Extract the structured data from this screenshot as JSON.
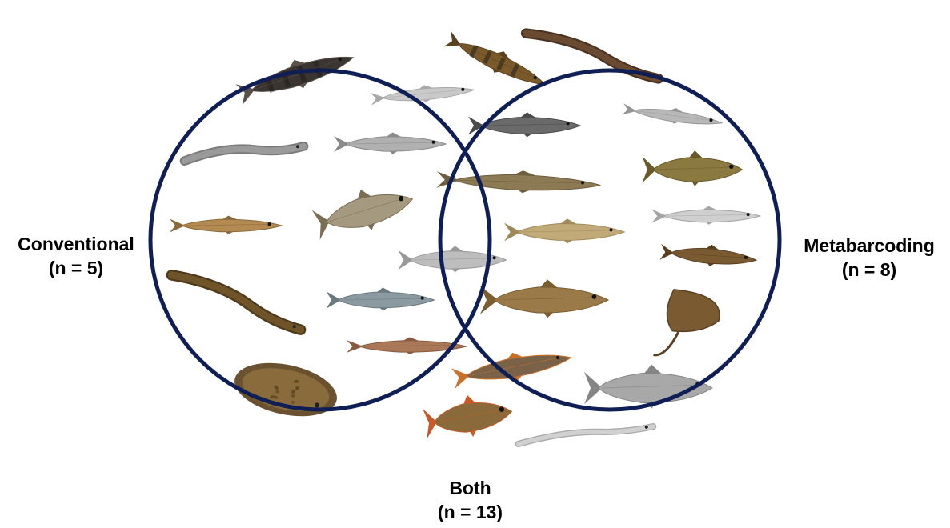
{
  "labels": {
    "conventional": {
      "name": "Conventional",
      "count": "(n = 5)"
    },
    "metabarcoding": {
      "name": "Metabarcoding",
      "count": "(n = 8)"
    },
    "both": {
      "name": "Both",
      "count": "(n = 13)"
    }
  },
  "colors": {
    "circle_stroke": "#0f1f55",
    "text": "#000000"
  },
  "fish": {
    "conventional": [
      {
        "icon": "sculpin-fish-icon",
        "body": "#3a3530",
        "fin": "#5a524a",
        "style": "dark"
      },
      {
        "icon": "eel-grey-icon",
        "body": "#9a9a9a",
        "fin": "#7a7a7a",
        "style": "eel"
      },
      {
        "icon": "grayling-fish-icon",
        "body": "#b38a52",
        "fin": "#8a6a3a",
        "style": "slim"
      },
      {
        "icon": "eel-brown-icon",
        "body": "#6e5428",
        "fin": "#4e3a1a",
        "style": "eel"
      },
      {
        "icon": "flounder-fish-icon",
        "body": "#8a6c3c",
        "fin": "#6a5230",
        "style": "flat"
      }
    ],
    "both": [
      {
        "icon": "burbot-fish-icon",
        "body": "#7a5a2a",
        "fin": "#5a4220",
        "style": "dark"
      },
      {
        "icon": "minnow-grey-icon",
        "body": "#c9c9c9",
        "fin": "#a8a8a8",
        "style": "slim"
      },
      {
        "icon": "cod-grey-icon",
        "body": "#6a6a6a",
        "fin": "#4a4a4a",
        "style": "normal"
      },
      {
        "icon": "dace-grey-icon",
        "body": "#b0b0b0",
        "fin": "#8a8a8a",
        "style": "normal"
      },
      {
        "icon": "pike-fish-icon",
        "body": "#8c7a55",
        "fin": "#6e5e3e",
        "style": "slim"
      },
      {
        "icon": "whitefish-icon",
        "body": "#a59a80",
        "fin": "#7a6e55",
        "style": "tall"
      },
      {
        "icon": "chub-fish-icon",
        "body": "#c2aa78",
        "fin": "#a08a5a",
        "style": "normal"
      },
      {
        "icon": "pollock-grey-icon",
        "body": "#bdbdbd",
        "fin": "#999999",
        "style": "normal"
      },
      {
        "icon": "salmon-fish-icon",
        "body": "#8a9aa0",
        "fin": "#6a7a80",
        "style": "normal"
      },
      {
        "icon": "atlantic-cod-icon",
        "body": "#9a7a48",
        "fin": "#7a5e30",
        "style": "tall"
      },
      {
        "icon": "char-fish-icon",
        "body": "#a87858",
        "fin": "#8a5a40",
        "style": "slim"
      },
      {
        "icon": "trout-fish-icon",
        "body": "#7a6248",
        "fin": "#c8702a",
        "style": "normal"
      },
      {
        "icon": "brook-trout-icon",
        "body": "#8a6a3a",
        "fin": "#c85a2a",
        "style": "tall"
      }
    ],
    "metabarcoding": [
      {
        "icon": "lamprey-fish-icon",
        "body": "#6a4a30",
        "fin": "#4a3220",
        "style": "eel"
      },
      {
        "icon": "smelt-grey-icon",
        "body": "#b8b8b8",
        "fin": "#959595",
        "style": "slim"
      },
      {
        "icon": "goby-fish-icon",
        "body": "#8a7a40",
        "fin": "#6a5a2a",
        "style": "normal"
      },
      {
        "icon": "stickleback-grey-icon",
        "body": "#cfcfcf",
        "fin": "#a5a5a5",
        "style": "slim"
      },
      {
        "icon": "perch-small-icon",
        "body": "#7a5a30",
        "fin": "#5a4020",
        "style": "normal"
      },
      {
        "icon": "skate-fish-icon",
        "body": "#7a5a30",
        "fin": "#5a4020",
        "style": "flat"
      },
      {
        "icon": "goby-grey-icon",
        "body": "#a8a8a8",
        "fin": "#858585",
        "style": "tall"
      },
      {
        "icon": "sandeel-grey-icon",
        "body": "#d0d0d0",
        "fin": "#aaaaaa",
        "style": "eel"
      }
    ]
  }
}
